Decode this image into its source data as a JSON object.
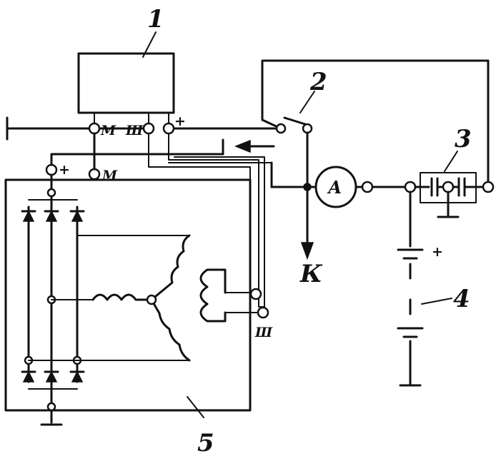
{
  "diagram": {
    "callouts": [
      {
        "id": "1",
        "text": "1"
      },
      {
        "id": "2",
        "text": "2"
      },
      {
        "id": "3",
        "text": "3"
      },
      {
        "id": "4",
        "text": "4"
      },
      {
        "id": "5",
        "text": "5"
      }
    ],
    "terminals": {
      "regulator_m": "М",
      "regulator_sh": "Ш",
      "regulator_plus": "+",
      "generator_plus": "+",
      "generator_m": "М",
      "generator_sh": "Ш",
      "battery_plus": "+"
    },
    "ammeter": "А",
    "load_arrow_label": "К"
  }
}
